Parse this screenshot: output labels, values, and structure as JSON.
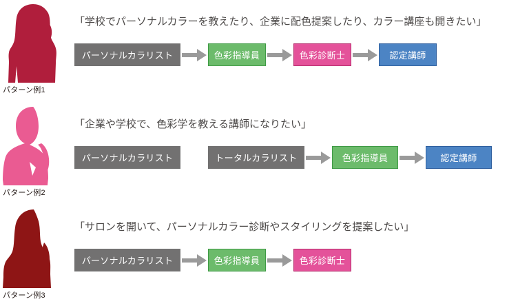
{
  "colors": {
    "gray": "#727171",
    "green": "#6cbb6b",
    "green_border": "#3f9a45",
    "pink": "#e4529a",
    "pink_border": "#b32a6a",
    "blue": "#4c84c4",
    "blue_border": "#2f5f9e",
    "arrow": "#9a9a9a",
    "quote_text": "#4c4948",
    "label_text": "#231815",
    "persona_1": "#b01e3c",
    "persona_2": "#ea5b92",
    "persona_3": "#8e1515",
    "background": "#ffffff"
  },
  "rows": [
    {
      "persona_label": "パターン例1",
      "persona_color": "#b01e3c",
      "quote": "「学校でパーソナルカラーを教えたり、企業に配色提案したり、カラー講座も開きたい」",
      "steps": [
        {
          "label": "パーソナルカラリスト",
          "color": "gray",
          "width": "wide"
        },
        {
          "arrow": "arrow-right"
        },
        {
          "label": "色彩指導員",
          "color": "green",
          "width": "short"
        },
        {
          "arrow": "arrow-right"
        },
        {
          "label": "色彩診断士",
          "color": "pink",
          "width": "short"
        },
        {
          "arrow": "arrow-right"
        },
        {
          "label": "認定講師",
          "color": "blue",
          "width": "short"
        }
      ]
    },
    {
      "persona_label": "パターン例2",
      "persona_color": "#ea5b92",
      "quote": "「企業や学校で、色彩学を教える講師になりたい」",
      "steps": [
        {
          "label": "パーソナルカラリスト",
          "color": "gray",
          "width": "wide"
        },
        {
          "gap": "wide"
        },
        {
          "label": "トータルカラリスト",
          "color": "gray",
          "width": "mid"
        },
        {
          "arrow": "arrow-right"
        },
        {
          "label": "色彩指導員",
          "color": "green",
          "width": "narrow"
        },
        {
          "arrow": "arrow-right"
        },
        {
          "label": "認定講師",
          "color": "blue",
          "width": "narrow"
        }
      ]
    },
    {
      "persona_label": "パターン例3",
      "persona_color": "#8e1515",
      "quote": "「サロンを開いて、パーソナルカラー診断やスタイリングを提案したい」",
      "steps": [
        {
          "label": "パーソナルカラリスト",
          "color": "gray",
          "width": "wide"
        },
        {
          "arrow": "arrow-right"
        },
        {
          "label": "色彩指導員",
          "color": "green",
          "width": "short"
        },
        {
          "arrow": "arrow-right"
        },
        {
          "label": "色彩診断士",
          "color": "pink",
          "width": "short"
        }
      ]
    }
  ]
}
